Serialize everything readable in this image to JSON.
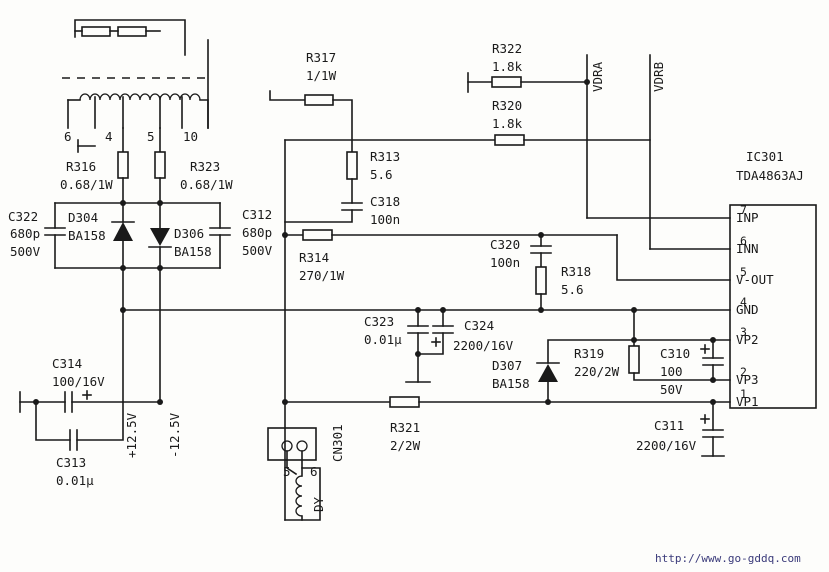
{
  "transformer": {
    "pins": [
      "6",
      "4",
      "5",
      "10"
    ]
  },
  "ic": {
    "ref": "IC301",
    "part": "TDA4863AJ",
    "pins": [
      {
        "num": "7",
        "name": "INP"
      },
      {
        "num": "6",
        "name": "INN"
      },
      {
        "num": "5",
        "name": "V-OUT"
      },
      {
        "num": "4",
        "name": "GND"
      },
      {
        "num": "3",
        "name": "VP2"
      },
      {
        "num": "2",
        "name": "VP3"
      },
      {
        "num": "1",
        "name": "VP1"
      }
    ]
  },
  "resistors": {
    "r316": {
      "ref": "R316",
      "value": "0.68/1W"
    },
    "r323": {
      "ref": "R323",
      "value": "0.68/1W"
    },
    "r317": {
      "ref": "R317",
      "value": "1/1W"
    },
    "r313": {
      "ref": "R313",
      "value": "5.6"
    },
    "r314": {
      "ref": "R314",
      "value": "270/1W"
    },
    "r322": {
      "ref": "R322",
      "value": "1.8k"
    },
    "r320": {
      "ref": "R320",
      "value": "1.8k"
    },
    "r318": {
      "ref": "R318",
      "value": "5.6"
    },
    "r319": {
      "ref": "R319",
      "value": "220/2W"
    },
    "r321": {
      "ref": "R321",
      "value": "2/2W"
    }
  },
  "capacitors": {
    "c322": {
      "ref": "C322",
      "value": "680p",
      "voltage": "500V"
    },
    "c312": {
      "ref": "C312",
      "value": "680p",
      "voltage": "500V"
    },
    "c318": {
      "ref": "C318",
      "value": "100n"
    },
    "c320": {
      "ref": "C320",
      "value": "100n"
    },
    "c323": {
      "ref": "C323",
      "value": "0.01µ"
    },
    "c324": {
      "ref": "C324",
      "value": "2200/16V"
    },
    "c314": {
      "ref": "C314",
      "value": "100/16V"
    },
    "c313": {
      "ref": "C313",
      "value": "0.01µ"
    },
    "c310": {
      "ref": "C310",
      "value": "100",
      "voltage": "50V"
    },
    "c311": {
      "ref": "C311",
      "value": "2200/16V"
    }
  },
  "diodes": {
    "d304": {
      "ref": "D304",
      "value": "BA158"
    },
    "d306": {
      "ref": "D306",
      "value": "BA158"
    },
    "d307": {
      "ref": "D307",
      "value": "BA158"
    }
  },
  "rails": {
    "pos": "+12.5V",
    "neg": "-12.5V"
  },
  "nets": {
    "vdra": "VDRA",
    "vdrb": "VDRB"
  },
  "connector": {
    "ref": "CN301",
    "pin5": "5",
    "pin6": "6",
    "coil": "DY"
  },
  "footer": {
    "url": "http://www.go-gddq.com"
  }
}
